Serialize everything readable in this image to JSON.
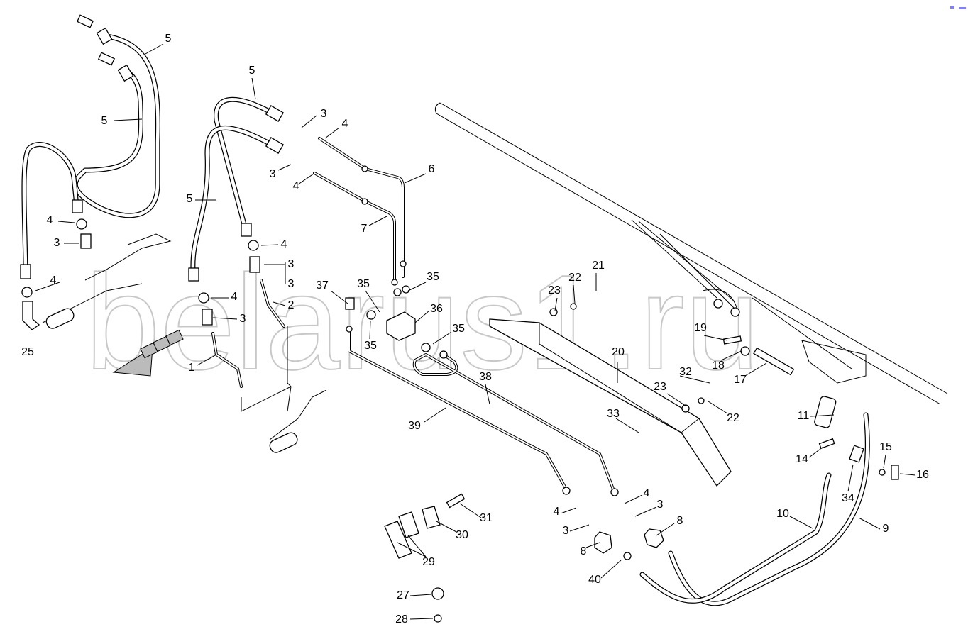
{
  "watermark": "belarus1.ru",
  "colors": {
    "line": "#000000",
    "background": "#ffffff",
    "watermark": "#c8c8c8",
    "corner_mark": "#8080ff"
  },
  "labels": [
    "5",
    "5",
    "5",
    "3",
    "4",
    "6",
    "3",
    "4",
    "5",
    "7",
    "4",
    "3",
    "4",
    "3",
    "3",
    "4",
    "4",
    "2",
    "3",
    "25",
    "1",
    "37",
    "35",
    "35",
    "36",
    "35",
    "35",
    "21",
    "22",
    "23",
    "19",
    "18",
    "17",
    "20",
    "32",
    "23",
    "22",
    "33",
    "38",
    "39",
    "11",
    "14",
    "15",
    "16",
    "34",
    "4",
    "3",
    "4",
    "31",
    "30",
    "8",
    "3",
    "8",
    "10",
    "9",
    "40",
    "29",
    "27",
    "28"
  ]
}
